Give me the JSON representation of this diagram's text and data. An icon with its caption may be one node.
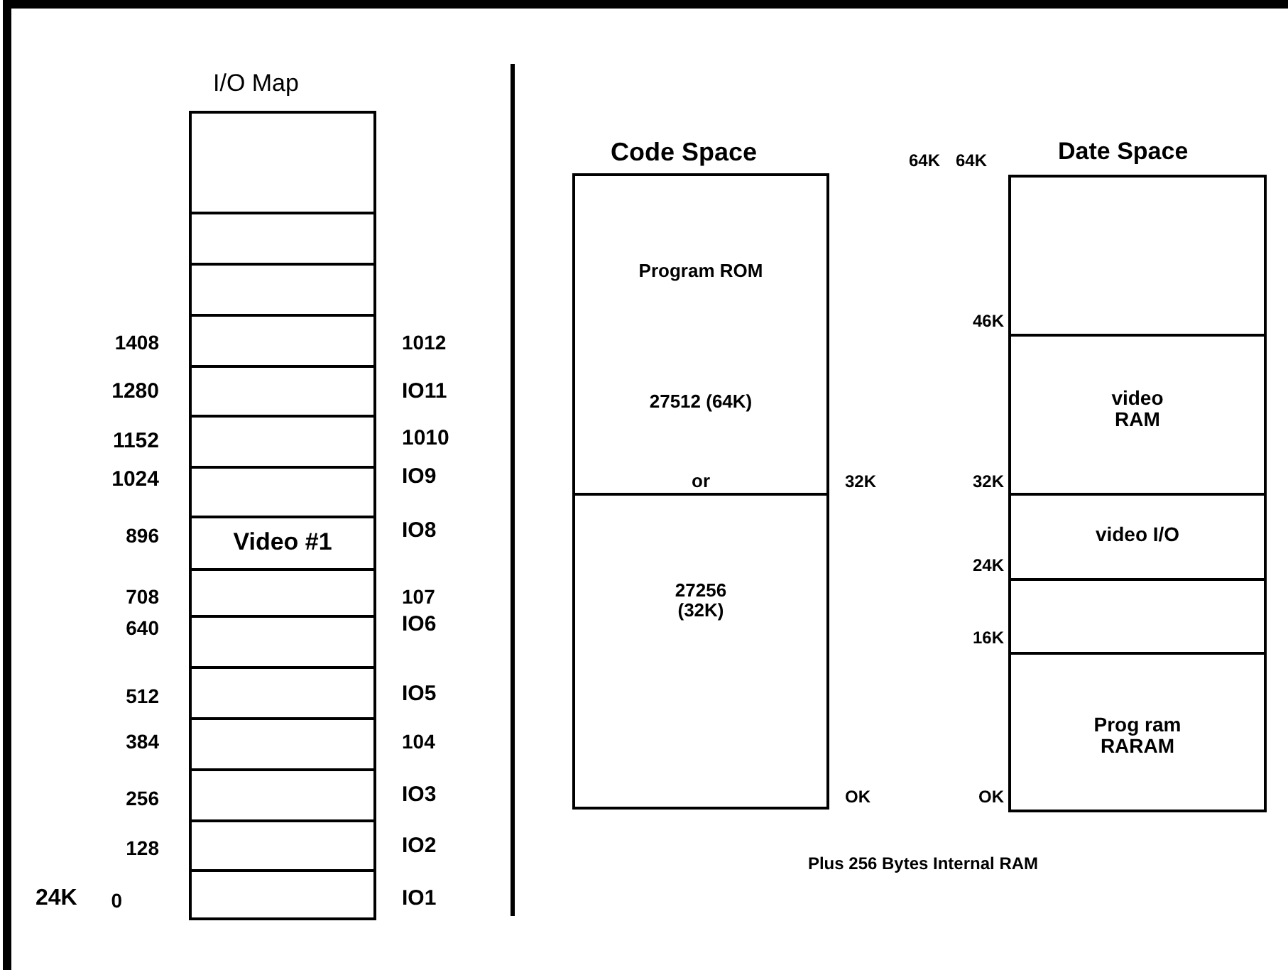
{
  "diagram": {
    "nodes": [
      {
        "text": [],
        "shape": "box"
      },
      {
        "text": [],
        "shape": "box"
      },
      {
        "text": [],
        "shape": "box"
      },
      {
        "text": [],
        "shape": "box"
      },
      {
        "text": [],
        "shape": "box"
      },
      {
        "text": [],
        "shape": "box"
      },
      {
        "text": [],
        "shape": "box"
      },
      {
        "text": [
          "Video #1"
        ]
      },
      {
        "text": [],
        "shape": "box"
      },
      {
        "text": [],
        "shape": "box"
      },
      {
        "text": [],
        "shape": "box"
      },
      {
        "text": [],
        "shape": "box"
      },
      {
        "text": [],
        "shape": "box"
      },
      {
        "text": [],
        "shape": "box"
      },
      {
        "text": [],
        "shape": "box"
      },
      {
        "text": [
          "Program ROM",
          "27512 (64K)",
          "or"
        ]
      },
      {
        "text": [
          "27256 (32K)"
        ]
      },
      {
        "text": [],
        "shape": "box"
      },
      {
        "text": [
          "video RAM"
        ]
      },
      {
        "text": [
          "video I/O"
        ]
      },
      {
        "text": [],
        "shape": "box"
      },
      {
        "text": [
          "Prog ram RARAM"
        ]
      }
    ],
    "labels": [
      "I/O Map",
      "1408",
      "1012",
      "1280",
      "IO11",
      "1152",
      "1010",
      "1024",
      "IO9",
      "896",
      "IO8",
      "708",
      "107",
      "640",
      "IO6",
      "512",
      "IO5",
      "384",
      "104",
      "256",
      "IO3",
      "128",
      "IO2",
      "24K",
      "0",
      "IO1",
      "Code Space",
      "64K",
      "64K",
      "Date Space",
      "46K",
      "32K",
      "32K",
      "24K",
      "16K",
      "OK",
      "OK",
      "Plus 256 Bytes Internal RAM"
    ]
  }
}
